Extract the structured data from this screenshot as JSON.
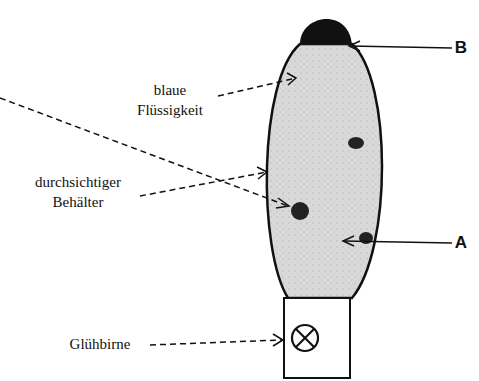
{
  "diagram": {
    "labels": [
      "blaue Flüssigkeit",
      "B",
      "durchsichtiger Behälter",
      "A",
      "Glühbirne"
    ]
  }
}
